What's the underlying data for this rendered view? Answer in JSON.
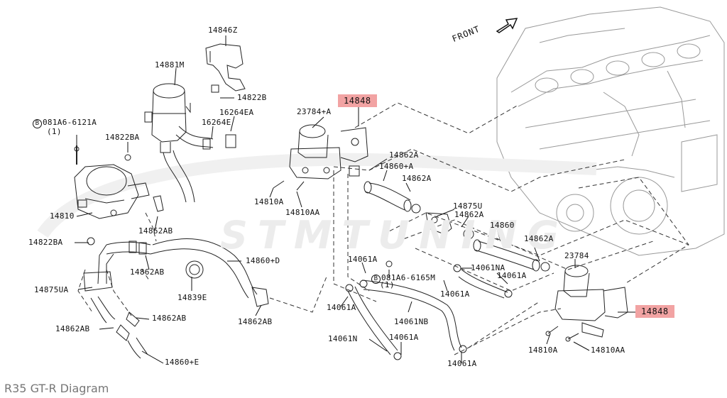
{
  "diagram": {
    "caption": "R35 GT-R Diagram",
    "front_label": "FRONT",
    "watermark": "STMTUNING",
    "highlight_color": "#f2a3a3",
    "highlighted_labels": [
      "14848",
      "14848"
    ],
    "labels": {
      "p14846Z": "14846Z",
      "p14881M": "14881M",
      "p14822B": "14822B",
      "p16264EA": "16264EA",
      "p16264E": "16264E",
      "p081A6_6121A": "081A6-6121A",
      "p081A6_6121A_qty": "(1)",
      "p14822BA_top": "14822BA",
      "p14810": "14810",
      "p14862AB_a": "14862AB",
      "p14822BA_mid": "14822BA",
      "p14862AB_b": "14862AB",
      "p14860D": "14860+D",
      "p14875UA": "14875UA",
      "p14839E": "14839E",
      "p14862AB_c": "14862AB",
      "p14862AB_d": "14862AB",
      "p14862AB_e": "14862AB",
      "p14860E": "14860+E",
      "p23784A": "23784+A",
      "p14862A_a": "14862A",
      "p14860A": "14860+A",
      "p14862A_b": "14862A",
      "p14810A_left": "14810A",
      "p14810AA_left": "14810AA",
      "p14875U": "14875U",
      "p14862A_c": "14862A",
      "p14860": "14860",
      "p14862A_d": "14862A",
      "p23784": "23784",
      "p14061A_a": "14061A",
      "p081A6_6165M": "081A6-6165M",
      "p081A6_6165M_qty": "(1)",
      "p14061NA": "14061NA",
      "p14061A_b": "14061A",
      "p14061A_c": "14061A",
      "p14061A_d": "14061A",
      "p14061NB": "14061NB",
      "p14061N": "14061N",
      "p14061A_e": "14061A",
      "p14061A_f": "14061A",
      "p14810A_right": "14810A",
      "p14810AA_right": "14810AA",
      "bolt_symbol": "B"
    }
  }
}
